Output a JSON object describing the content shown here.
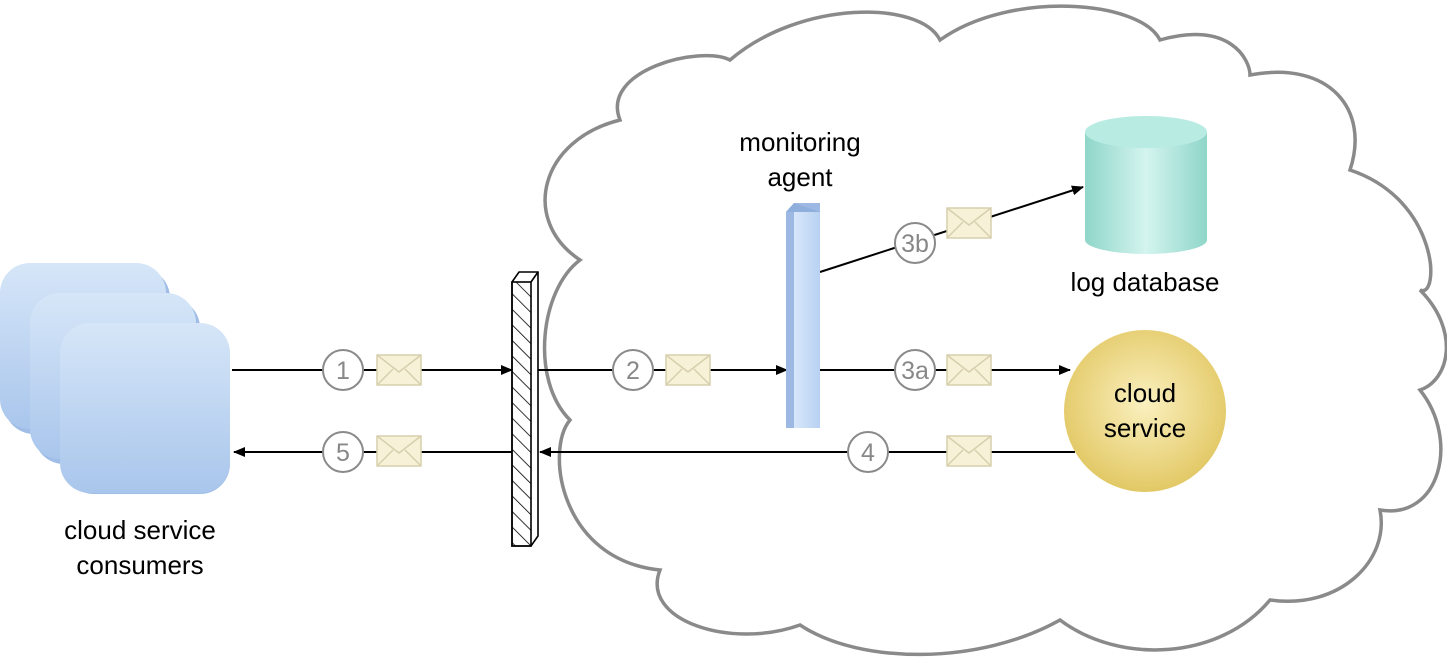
{
  "labels": {
    "consumers_line1": "cloud service",
    "consumers_line2": "consumers",
    "agent_line1": "monitoring",
    "agent_line2": "agent",
    "log_database": "log database",
    "service_line1": "cloud",
    "service_line2": "service"
  },
  "steps": [
    "1",
    "2",
    "3a",
    "3b",
    "4",
    "5"
  ],
  "icons": {
    "message": "envelope-icon",
    "consumers": "stacked-rounded-squares",
    "agent": "vertical-bar",
    "database": "cylinder",
    "service": "circle",
    "firewall": "hatched-bar",
    "cloud": "cloud-outline"
  },
  "colors": {
    "cloud_stroke": "#8a8a8a",
    "consumer_fill": "#c2d9f4",
    "agent_fill": "#bfd6f2",
    "database_fill": "#a7e3da",
    "service_fill": "#ecd88a",
    "envelope_fill": "#f7f1d7",
    "step_stroke": "#8a8a8a"
  }
}
